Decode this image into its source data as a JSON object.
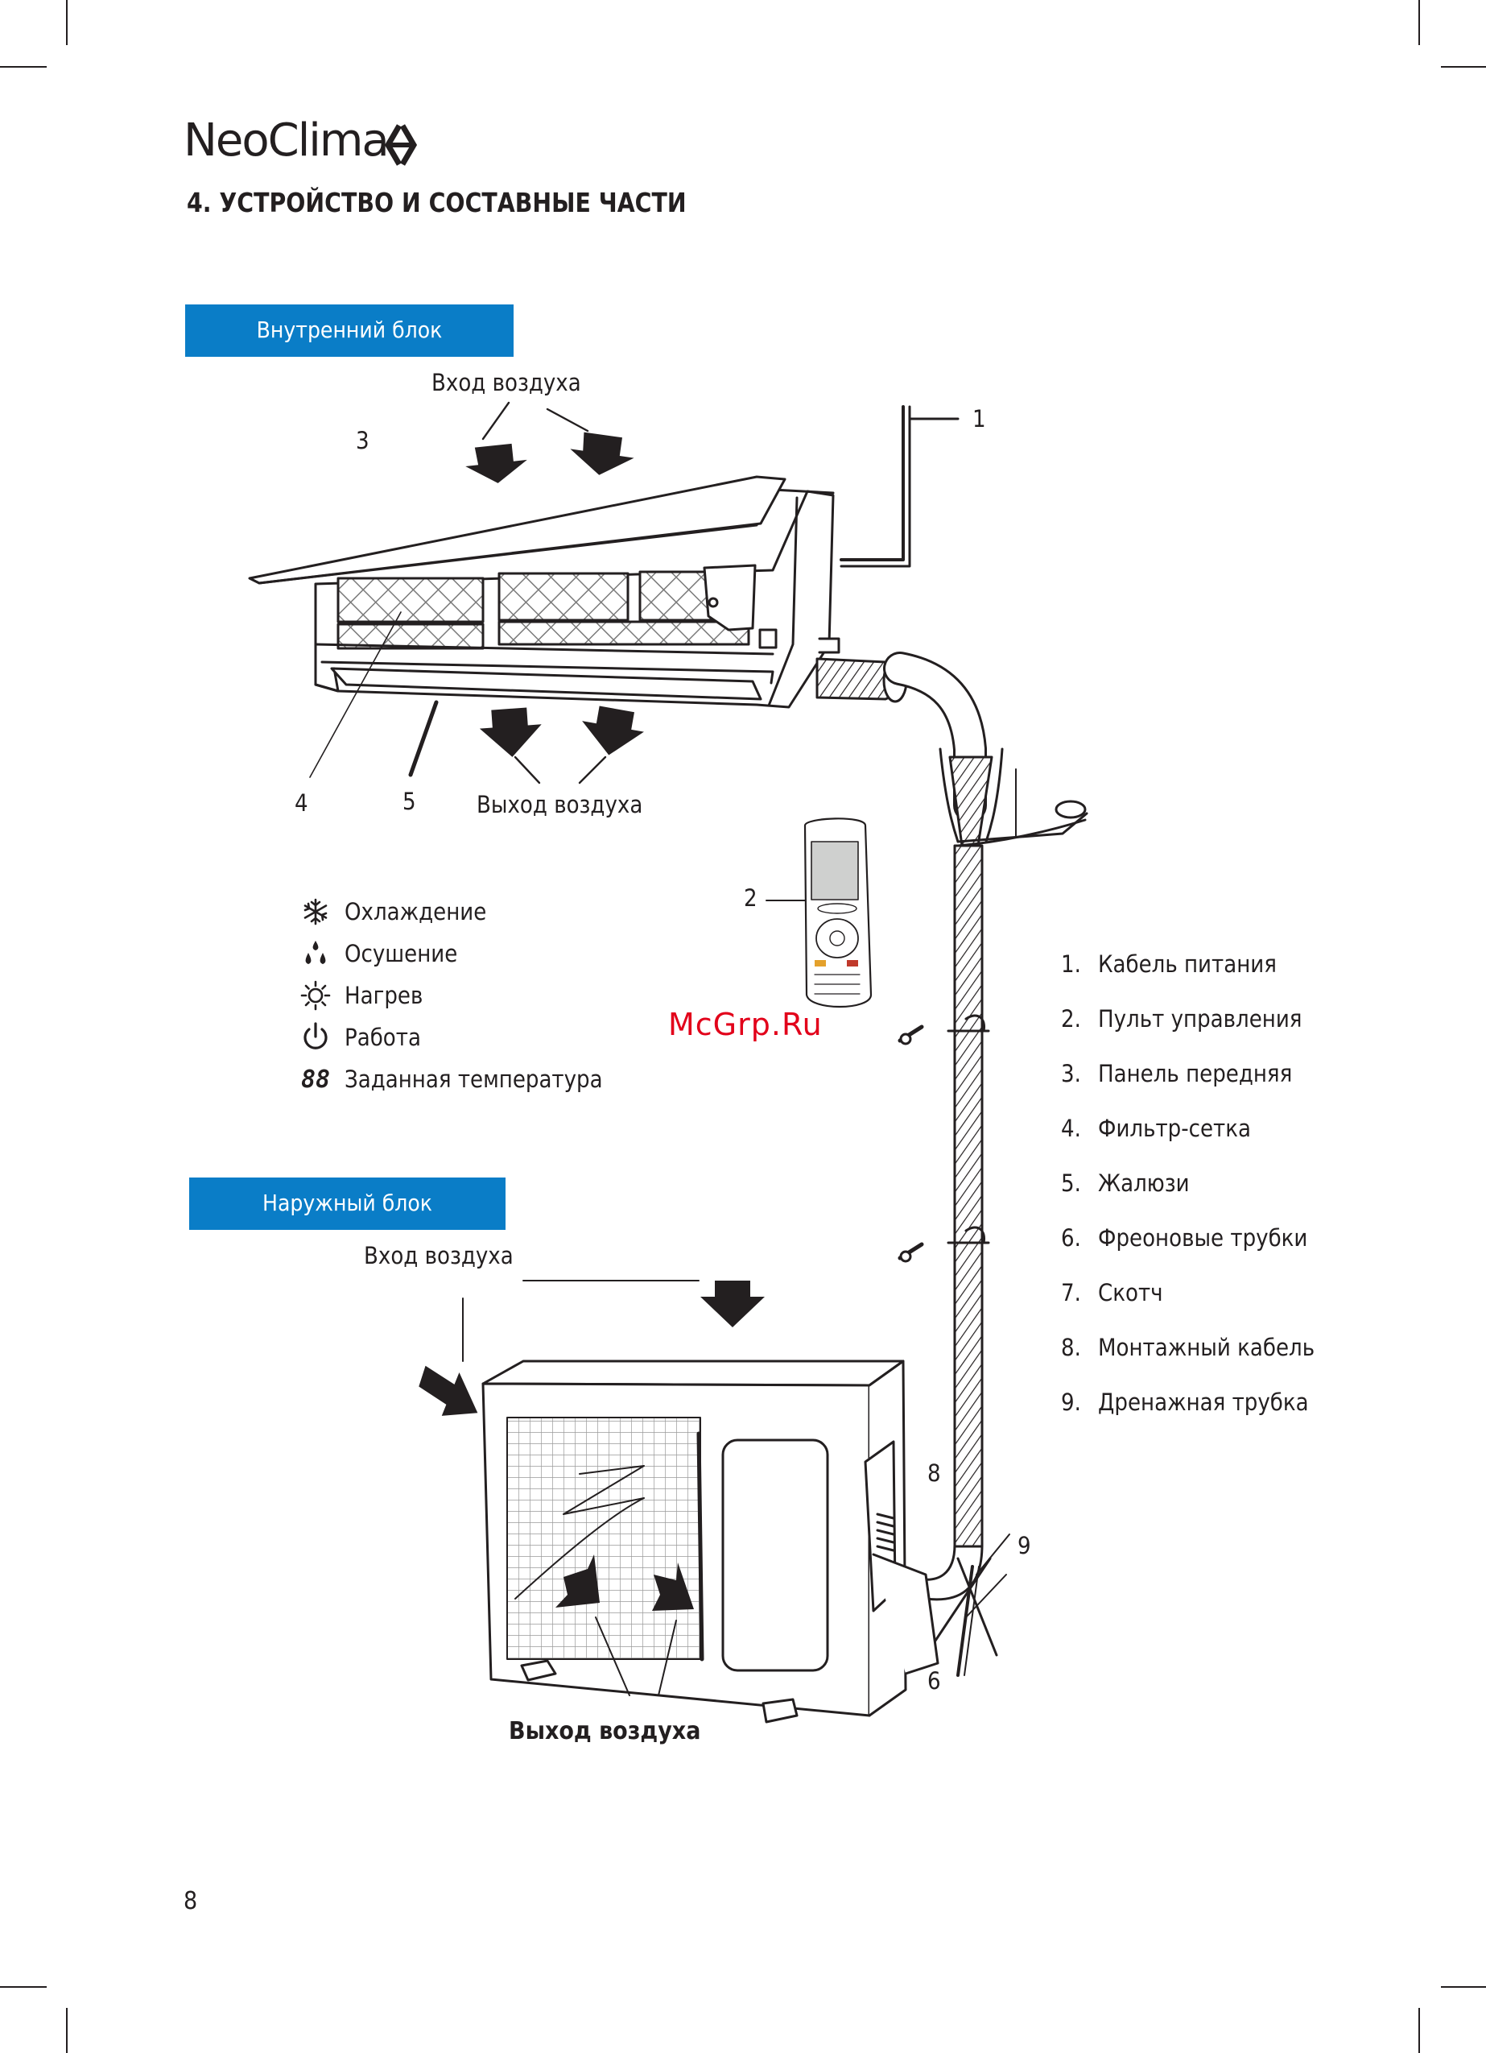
{
  "brand": {
    "name": "NeoClima"
  },
  "section_title": "4. УСТРОЙСТВО И СОСТАВНЫЕ ЧАСТИ",
  "indoor": {
    "band_label": "Внутренний блок",
    "air_in": "Вход воздуха",
    "air_out": "Выход воздуха",
    "callouts": [
      "1",
      "2",
      "3",
      "4",
      "5"
    ]
  },
  "legend": [
    {
      "icon": "snowflake-icon",
      "label": "Охлаждение"
    },
    {
      "icon": "drops-icon",
      "label": "Осушение"
    },
    {
      "icon": "sun-icon",
      "label": "Нагрев"
    },
    {
      "icon": "power-icon",
      "label": "Работа"
    },
    {
      "icon": "88",
      "label": "Заданная температура"
    }
  ],
  "outdoor": {
    "band_label": "Наружный блок",
    "air_in": "Вход воздуха",
    "air_out": "Выход воздуха",
    "callouts": [
      "6",
      "8",
      "9"
    ]
  },
  "parts": [
    {
      "n": "1.",
      "label": "Кабель питания"
    },
    {
      "n": "2.",
      "label": "Пульт управления"
    },
    {
      "n": "3.",
      "label": "Панель передняя"
    },
    {
      "n": "4.",
      "label": "Фильтр-сетка"
    },
    {
      "n": "5.",
      "label": "Жалюзи"
    },
    {
      "n": "6.",
      "label": "Фреоновые трубки"
    },
    {
      "n": "7.",
      "label": "Скотч"
    },
    {
      "n": "8.",
      "label": "Монтажный кабель"
    },
    {
      "n": "9.",
      "label": "Дренажная трубка"
    }
  ],
  "watermark": "McGrp.Ru",
  "page_number": "8",
  "colors": {
    "band": "#0a7dc7",
    "watermark": "#e2001a",
    "ink": "#231f20"
  }
}
